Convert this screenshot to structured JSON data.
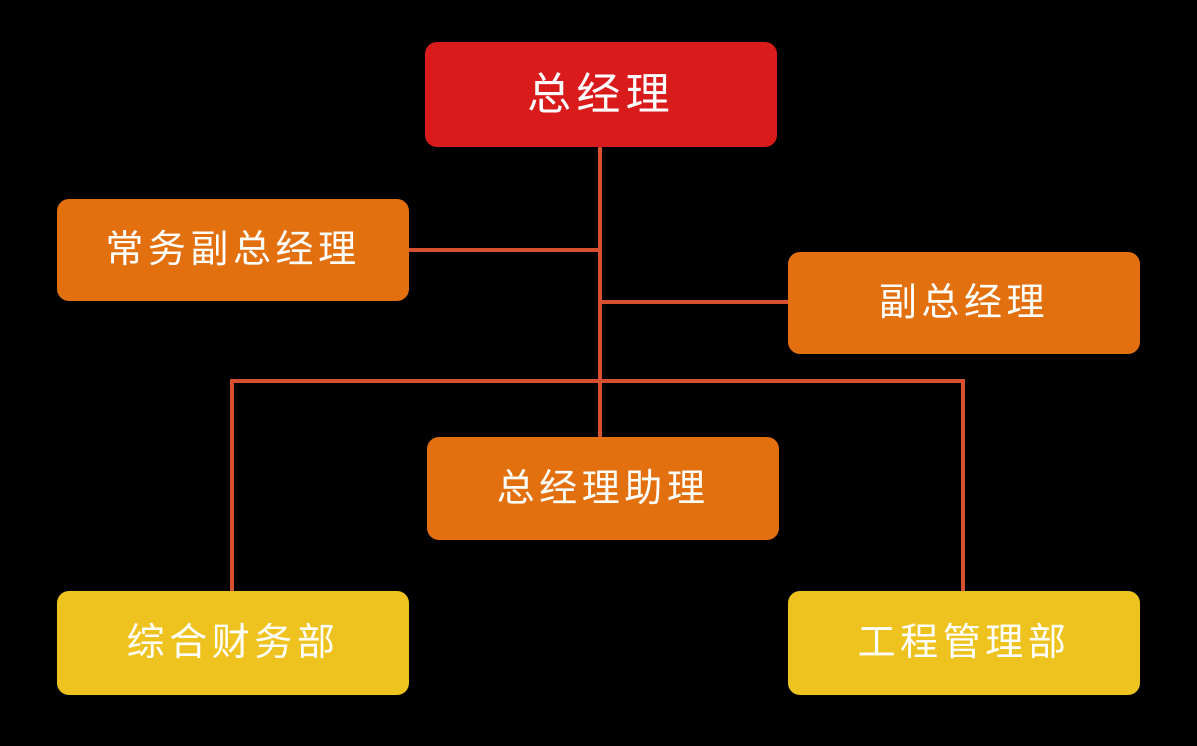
{
  "chart_data": {
    "type": "diagram",
    "diagram_type": "organization-chart",
    "title": "",
    "background_color": "#000000",
    "connector_color": "#d8502e",
    "levels": [
      {
        "level": 1,
        "color": "#da1b1b",
        "nodes": [
          "总经理"
        ]
      },
      {
        "level": 2,
        "color": "#e2700f",
        "nodes": [
          "常务副总经理",
          "副总经理"
        ]
      },
      {
        "level": 3,
        "color": "#e2700f",
        "nodes": [
          "总经理助理"
        ]
      },
      {
        "level": 4,
        "color": "#efc31f",
        "nodes": [
          "综合财务部",
          "工程管理部"
        ]
      }
    ],
    "edges": [
      {
        "from": "总经理",
        "to": "常务副总经理"
      },
      {
        "from": "总经理",
        "to": "副总经理"
      },
      {
        "from": "总经理",
        "to": "总经理助理"
      },
      {
        "from": "总经理",
        "to": "综合财务部"
      },
      {
        "from": "总经理",
        "to": "工程管理部"
      }
    ]
  },
  "nodes": {
    "general_manager": {
      "label": "总经理",
      "color": "#da1b1b",
      "text_color": "#ffffff"
    },
    "executive_deputy_general_manager": {
      "label": "常务副总经理",
      "color": "#e2700f",
      "text_color": "#ffffff"
    },
    "deputy_general_manager": {
      "label": "副总经理",
      "color": "#e2700f",
      "text_color": "#ffffff"
    },
    "general_manager_assistant": {
      "label": "总经理助理",
      "color": "#e2700f",
      "text_color": "#ffffff"
    },
    "finance_department": {
      "label": "综合财务部",
      "color": "#efc31f",
      "text_color": "#ffffff"
    },
    "engineering_department": {
      "label": "工程管理部",
      "color": "#efc31f",
      "text_color": "#ffffff"
    }
  }
}
